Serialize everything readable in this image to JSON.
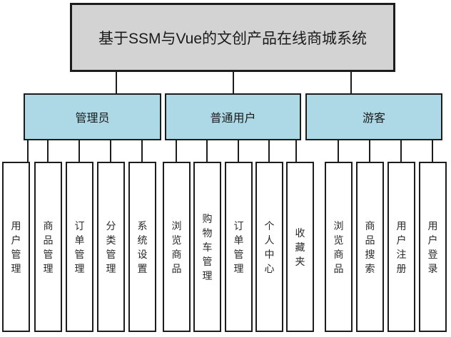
{
  "diagram_title": "基于SSM与Vue的文创产品在线商城系统",
  "colors": {
    "title_fill": "#d3d3d3",
    "group_fill": "#add8e6",
    "leaf_fill": "#ffffff",
    "border": "#1c1c1c",
    "connector": "#1c1c1c",
    "text": "#1a1a1a"
  },
  "groups": [
    {
      "label": "管理员",
      "children": [
        "用户管理",
        "商品管理",
        "订单管理",
        "分类管理",
        "系统设置"
      ]
    },
    {
      "label": "普通用户",
      "children": [
        "浏览商品",
        "购物车管理",
        "订单管理",
        "个人中心",
        "收藏夹"
      ]
    },
    {
      "label": "游客",
      "children": [
        "浏览商品",
        "商品搜索",
        "用户注册",
        "用户登录"
      ]
    }
  ]
}
